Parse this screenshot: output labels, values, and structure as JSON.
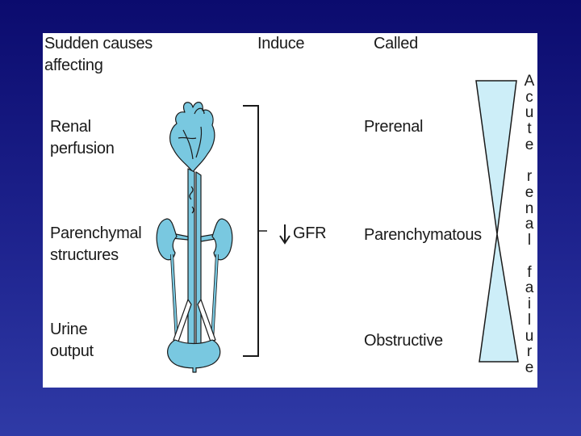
{
  "headers": {
    "causes": "Sudden causes\naffecting",
    "induce": "Induce",
    "called": "Called"
  },
  "causes": [
    "Renal\nperfusion",
    "Parenchymal\nstructures",
    "Urine\noutput"
  ],
  "effect": "GFR",
  "called": [
    "Prerenal",
    "Parenchymatous",
    "Obstructive"
  ],
  "vertical_label": "Acute renal failure",
  "colors": {
    "background": "#12167c",
    "panel": "#ffffff",
    "organ_fill": "#79c8e0",
    "organ_stroke": "#1a1a1a",
    "hourglass_fill": "#cdeef8"
  }
}
